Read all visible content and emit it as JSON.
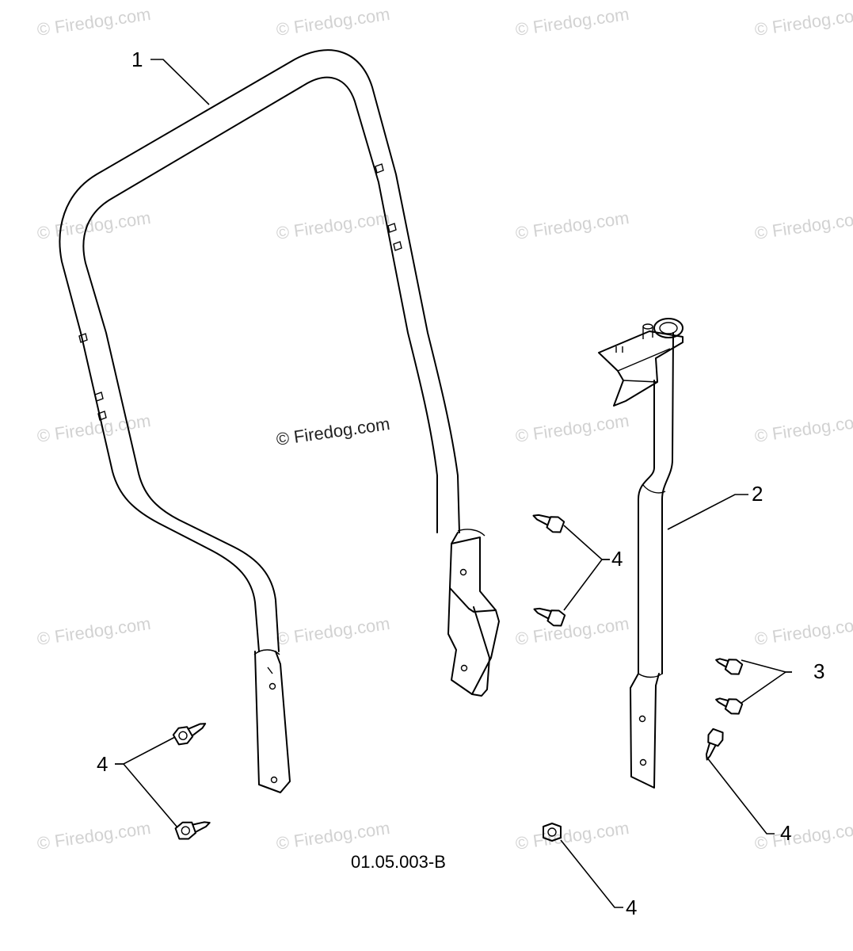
{
  "watermark": "© Firedog.com",
  "center_watermark": "© Firedog.com",
  "diagram_id": "01.05.003-B",
  "callouts": {
    "c1": "1",
    "c2": "2",
    "c3": "3",
    "c4a": "4",
    "c4b": "4",
    "c4c": "4",
    "c4d": "4"
  },
  "colors": {
    "line": "#000000",
    "watermark": "#d2d2d2",
    "background": "#ffffff"
  }
}
